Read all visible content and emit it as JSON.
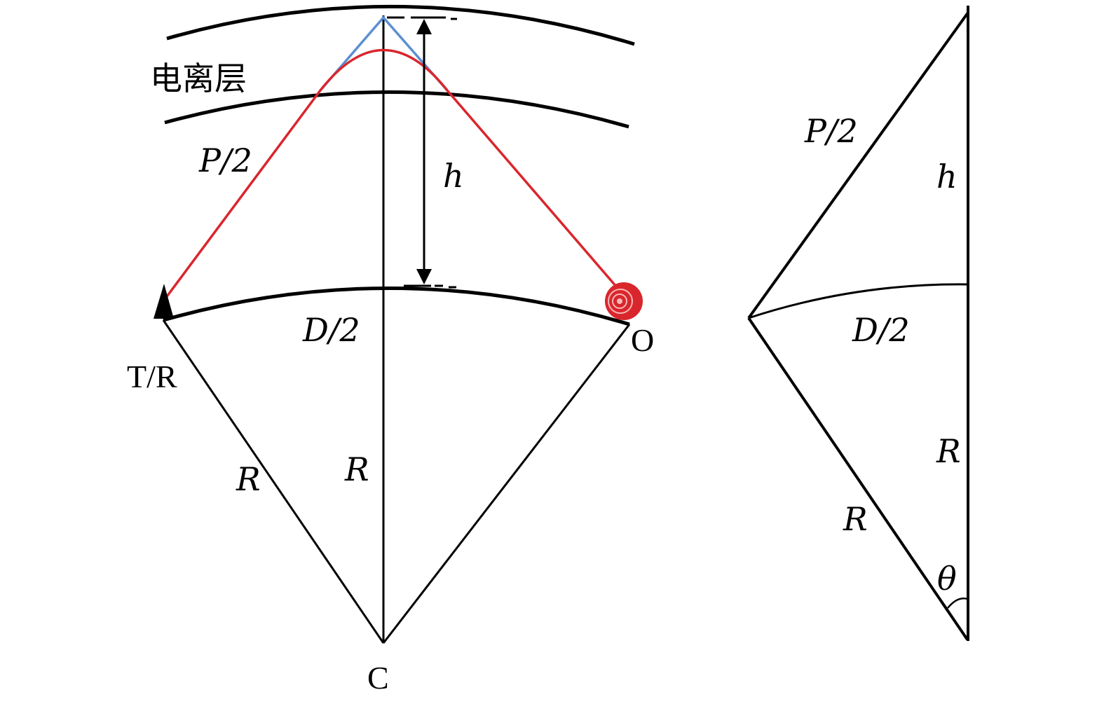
{
  "labels": {
    "ionosphere": "电离层",
    "p_half": "P/2",
    "p_half_right": "P/2",
    "h": "h",
    "h_right": "h",
    "d_half": "D/2",
    "d_half_right": "D/2",
    "tr": "T/R",
    "o": "O",
    "c": "C",
    "r_left": "R",
    "r_center": "R",
    "r_right_vertical": "R",
    "r_right_slant": "R",
    "theta": "θ"
  },
  "colors": {
    "ray": "#d9262c",
    "geometric_ray": "#5b8fd1",
    "line": "#000000",
    "target": "#d9262c"
  },
  "icons": {
    "transmitter": "triangle-marker-icon",
    "target": "concentric-circle-target-icon"
  }
}
